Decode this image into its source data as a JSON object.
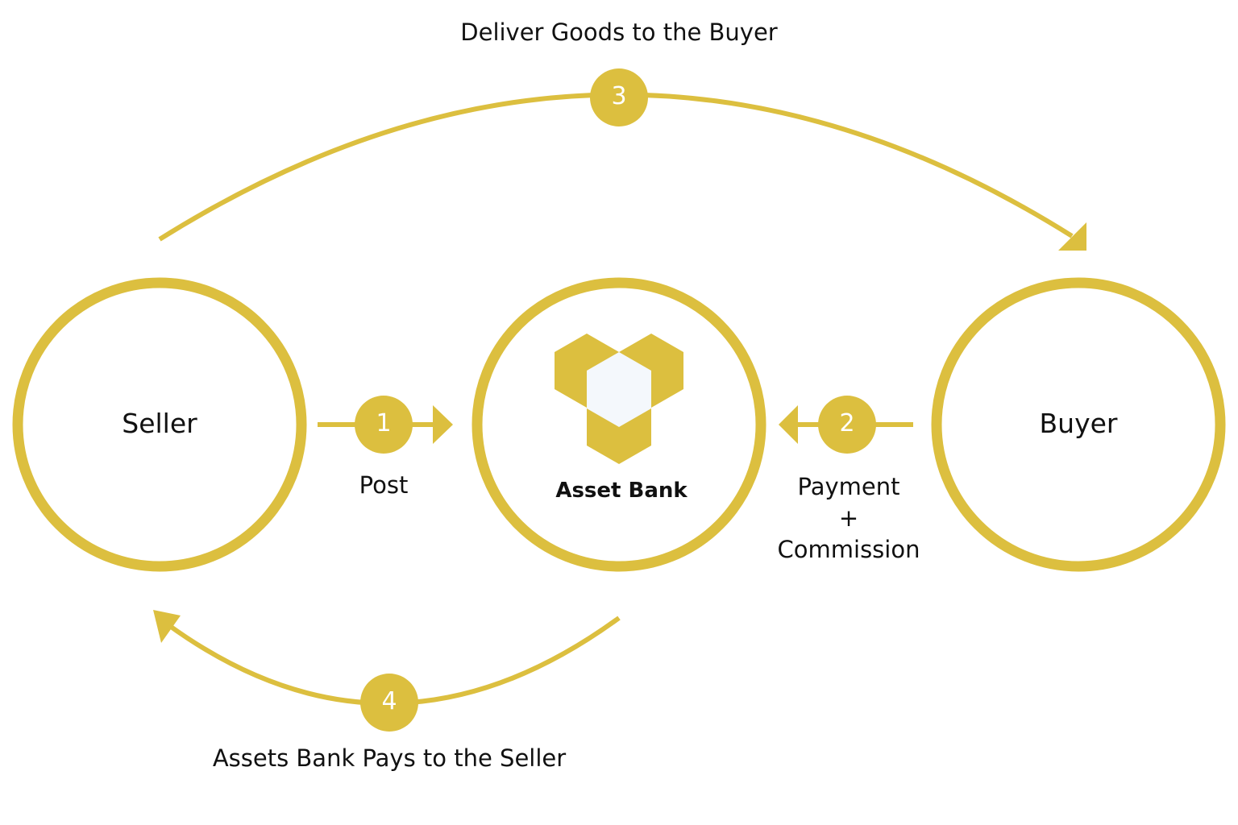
{
  "colors": {
    "accent": "#dcbf3f",
    "center_fill": "#f4f8fc",
    "text": "#111111"
  },
  "nodes": {
    "seller": "Seller",
    "bank": "Asset Bank",
    "buyer": "Buyer"
  },
  "steps": [
    {
      "number": "1",
      "label": "Post"
    },
    {
      "number": "2",
      "label_line1": "Payment",
      "label_line2": "+",
      "label_line3": "Commission"
    },
    {
      "number": "3",
      "label": "Deliver Goods to the Buyer"
    },
    {
      "number": "4",
      "label": "Assets Bank Pays to the Seller"
    }
  ]
}
